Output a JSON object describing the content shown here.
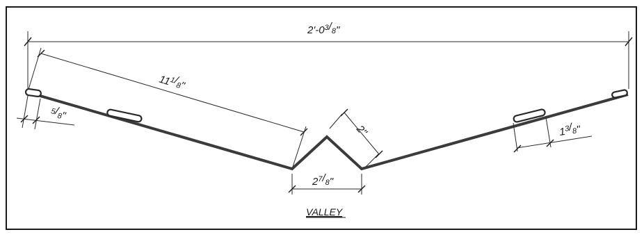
{
  "dimensions": {
    "overall_width": "2'-0",
    "overall_width_frac_num": "3",
    "overall_width_frac_den": "8",
    "slope_length": "11",
    "slope_length_frac_num": "1",
    "slope_length_frac_den": "8",
    "left_hem": "",
    "left_hem_frac_num": "5",
    "left_hem_frac_den": "8",
    "right_hem": "1",
    "right_hem_frac_num": "3",
    "right_hem_frac_den": "8",
    "rib_height": "2\"",
    "rib_width": "2",
    "rib_width_frac_num": "7",
    "rib_width_frac_den": "8",
    "inch_mark": "\""
  },
  "title": "VALLEY"
}
